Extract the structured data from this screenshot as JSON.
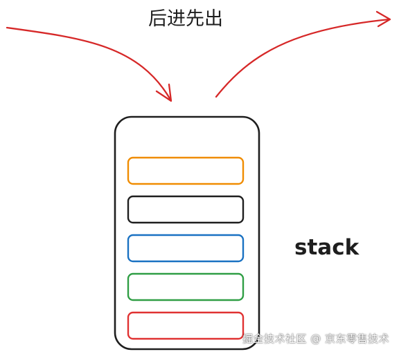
{
  "diagram": {
    "title": "后进先出",
    "stack_label": "stack",
    "arrow_color": "#d62828",
    "container_color": "#1e1e1e",
    "items": [
      {
        "name": "stack-item-orange",
        "color": "#f08c00"
      },
      {
        "name": "stack-item-black",
        "color": "#1e1e1e"
      },
      {
        "name": "stack-item-blue",
        "color": "#1971c2"
      },
      {
        "name": "stack-item-green",
        "color": "#2f9e44"
      },
      {
        "name": "stack-item-red",
        "color": "#e03131"
      }
    ]
  },
  "watermark": {
    "text": "掘金技术社区 @ 京东零售技术"
  }
}
